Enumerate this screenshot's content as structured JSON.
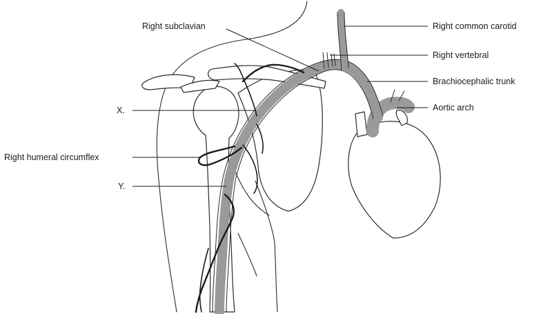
{
  "labels": {
    "right_subclavian": "Right subclavian",
    "right_common_carotid": "Right common carotid",
    "right_vertebral": "Right vertebral",
    "brachiocephalic_trunk": "Brachiocephalic trunk",
    "aortic_arch": "Aortic arch",
    "x": "X.",
    "right_humeral_circumflex": "Right humeral circumflex",
    "y": "Y."
  }
}
